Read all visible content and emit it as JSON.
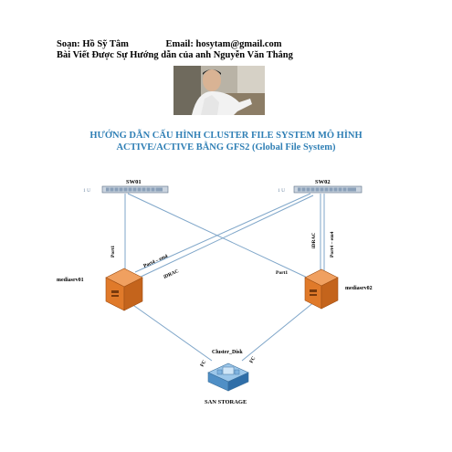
{
  "header": {
    "author_label": "Soạn:",
    "author_name": "Hồ Sỹ Tâm",
    "email_label": "Email:",
    "email": "hosytam@gmail.com",
    "credit": "Bài Viết Được Sự Hướng dẫn của anh Nguyễn Văn Thắng"
  },
  "title": {
    "line1": "HƯỚNG DẪN CẤU HÌNH CLUSTER FILE SYSTEM MÔ HÌNH",
    "line2": "ACTIVE/ACTIVE BẰNG GFS2  (Global File System)"
  },
  "diagram": {
    "sw1_label": "SW01",
    "sw2_label": "SW02",
    "unit_left": "1 U",
    "unit_right": "1 U",
    "server1_label": "mediasrv01",
    "server2_label": "mediasrv02",
    "link_port1_left": "Port1",
    "link_port4_left": "Port4 – em4",
    "link_idrac_left": "iDRAC",
    "link_port1_right": "Port1",
    "link_idrac_right": "iDRAC",
    "link_port4_right": "Port4 – em4",
    "disk_label": "Cluster_Disk",
    "fc_left": "FC",
    "fc_right": "FC",
    "storage_label": "SAN STORAGE"
  },
  "colors": {
    "title": "#2f7fb5",
    "server": "#e07a2a",
    "switch": "#8aa0b8",
    "link": "#7fa6c9"
  }
}
